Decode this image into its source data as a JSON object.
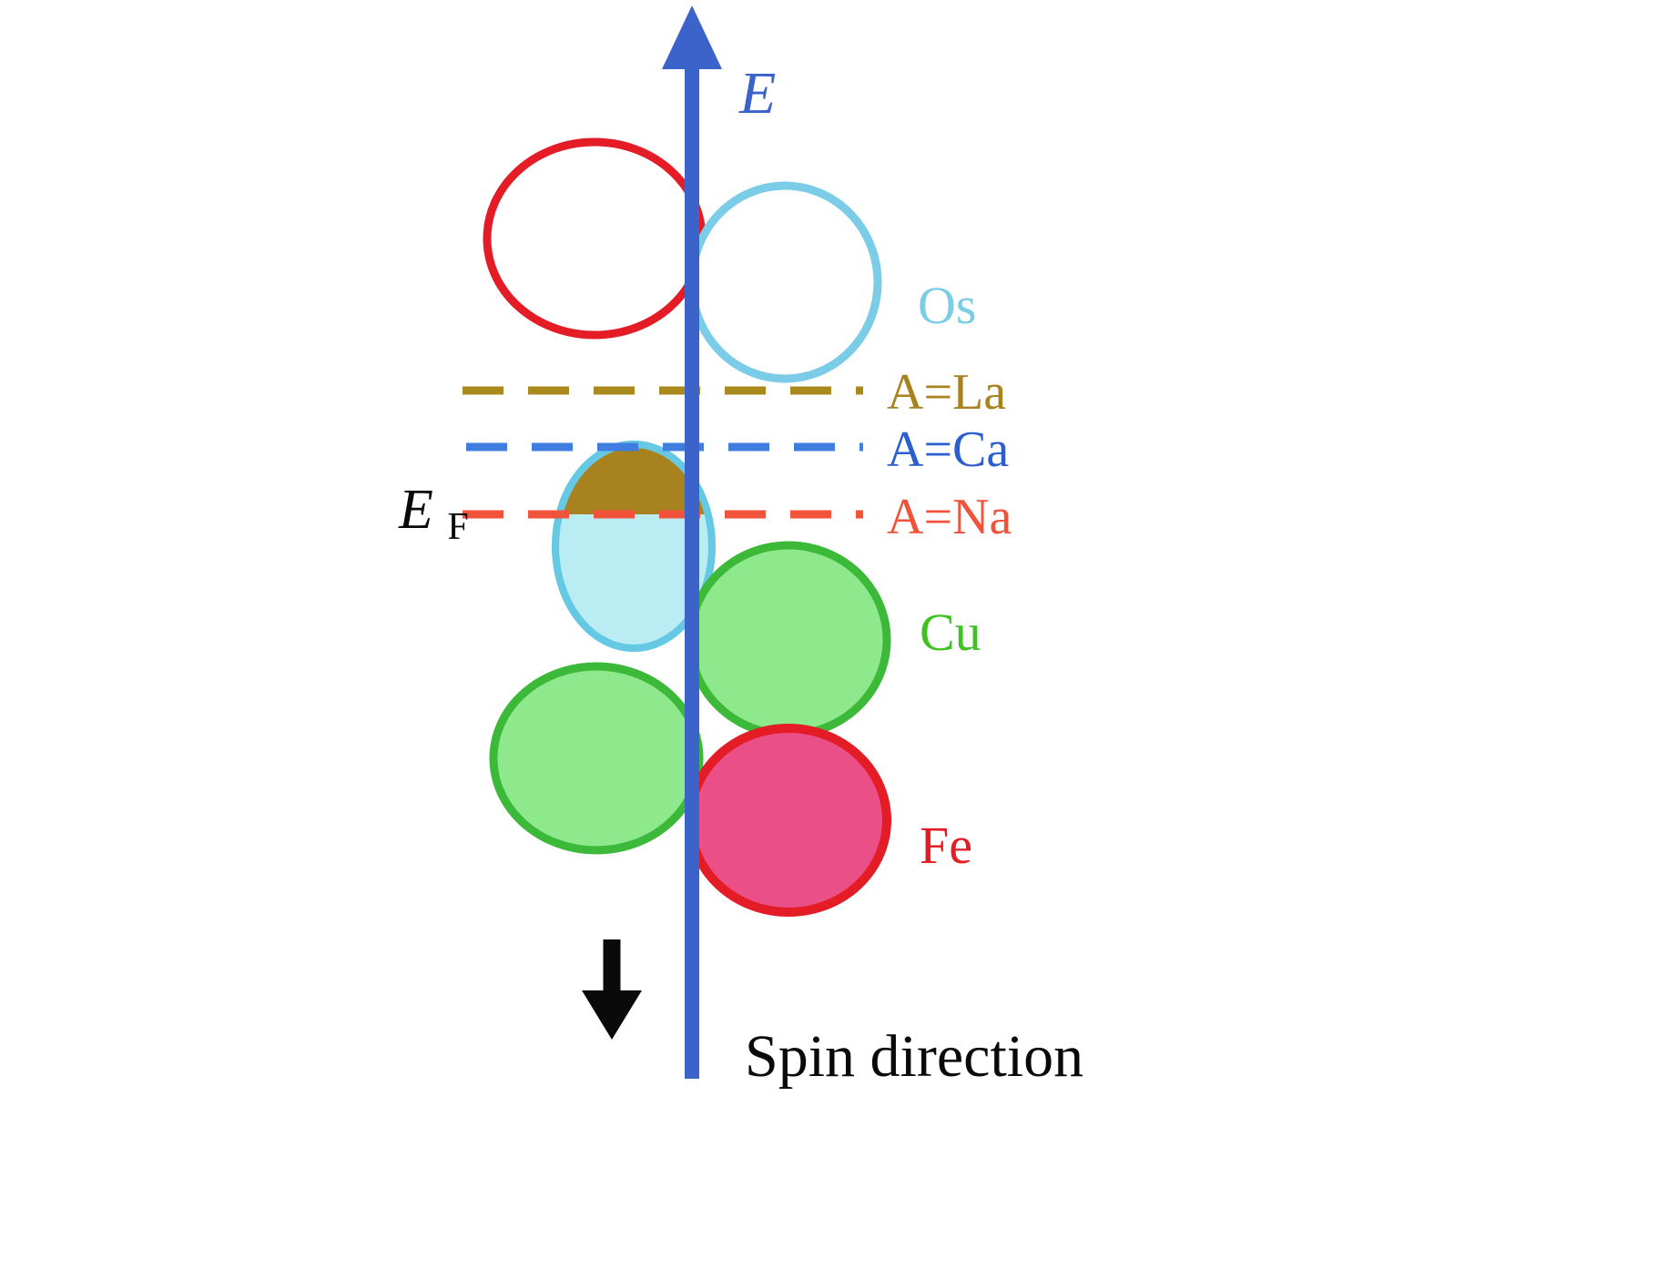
{
  "diagram": {
    "axis_label": "E",
    "spin_direction_label": "Spin direction",
    "fermi": {
      "symbol": "E",
      "subscript": "F"
    },
    "band_labels": {
      "os": "Os",
      "cu": "Cu",
      "fe": "Fe"
    },
    "fermi_levels": {
      "la": "A=La",
      "ca": "A=Ca",
      "na": "A=Na"
    }
  },
  "colors": {
    "axis_blue": "#3b63c9",
    "red_stroke": "#e31c25",
    "os_outline": "#7bcce6",
    "os_label": "#7bcce6",
    "cyan_fill": "#b9ecf3",
    "cyan_stroke": "#66c9e4",
    "brown_fill": "#a8821f",
    "la_line": "#ab8a1d",
    "la_label": "#a8821f",
    "ca_line": "#3f7de0",
    "ca_label": "#2b5fd0",
    "na_line": "#f1533a",
    "na_label": "#f1533a",
    "green_fill": "#8ee88c",
    "green_stroke": "#3db93a",
    "cu_label": "#3fc221",
    "pink_fill": "#ea4f88",
    "fe_label": "#e31c25",
    "black": "#0a0a0a"
  }
}
